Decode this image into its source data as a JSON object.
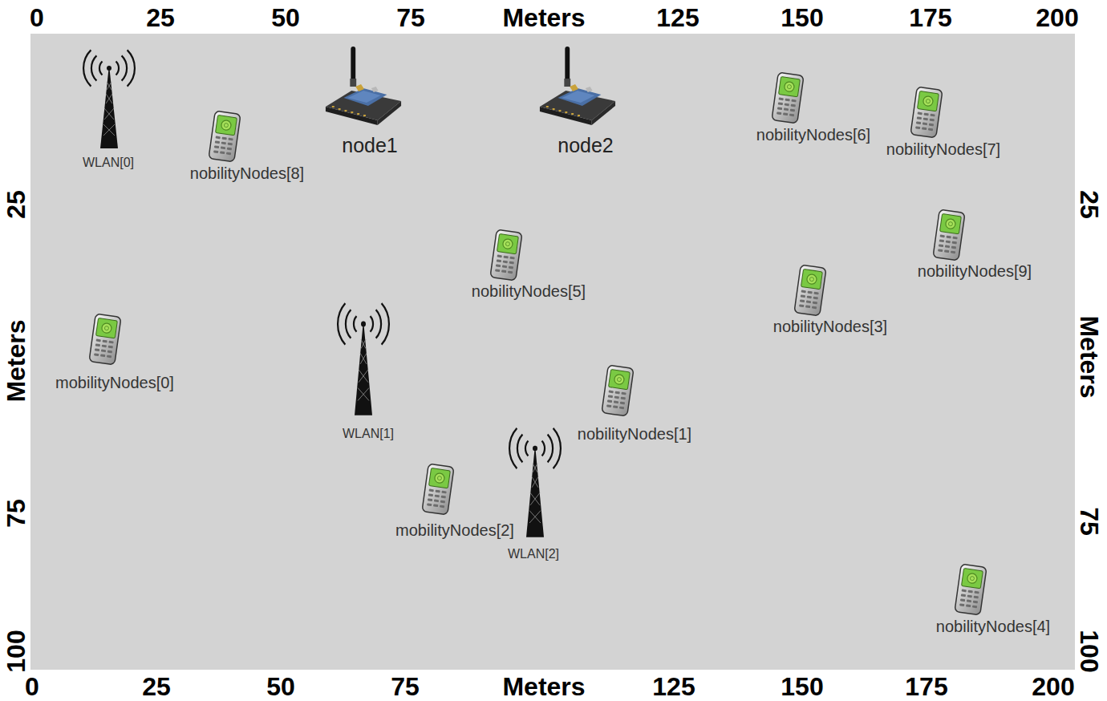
{
  "diagram": {
    "labels": [
      "0",
      "25",
      "50",
      "75",
      "Meters",
      "125",
      "150",
      "175",
      "200",
      "WLAN[0]",
      "nobilityNodes[8]",
      "node1",
      "node2",
      "nobilityNodes[6]",
      "nobilityNodes[7]",
      "25",
      "25",
      "nobilityNodes[9]",
      "nobilityNodes[5]",
      "nobilityNodes[3]",
      "Meters",
      "Meters",
      "mobilityNodes[0]",
      "WLAN[1]",
      "nobilityNodes[1]",
      "mobilityNodes[2]",
      "WLAN[2]",
      "75",
      "75",
      "nobilityNodes[4]",
      "100",
      "100",
      "0",
      "25",
      "50",
      "75",
      "Meters",
      "125",
      "150",
      "175",
      "200"
    ]
  }
}
